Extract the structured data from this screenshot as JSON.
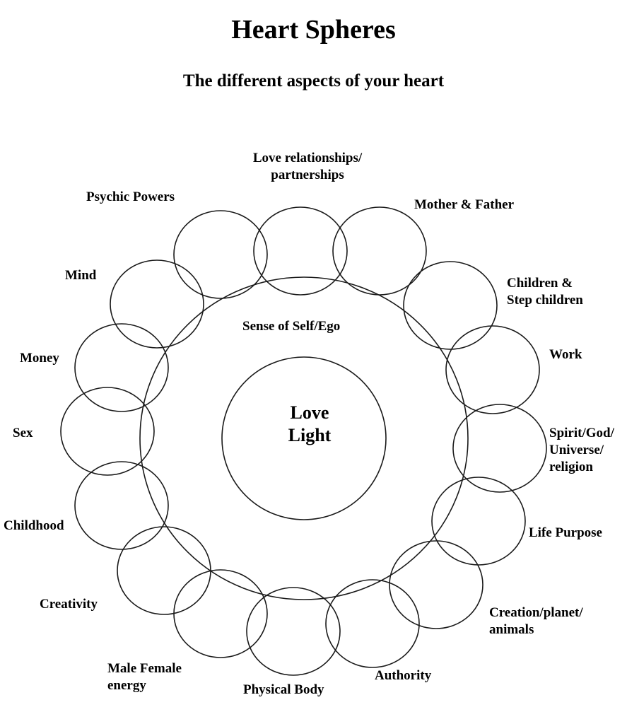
{
  "title": "Heart Spheres",
  "subtitle": "The different aspects of your heart",
  "diagram": {
    "center": "Love\nLight",
    "ring": "Sense of Self/Ego",
    "stroke_color": "#1a1a1a",
    "spheres": [
      {
        "id": "love-relationships",
        "label": "Love relationships/\npartnerships"
      },
      {
        "id": "mother-father",
        "label": "Mother & Father"
      },
      {
        "id": "children",
        "label": "Children &\nStep children"
      },
      {
        "id": "work",
        "label": "Work"
      },
      {
        "id": "spirit",
        "label": "Spirit/God/\nUniverse/\nreligion"
      },
      {
        "id": "life-purpose",
        "label": "Life Purpose"
      },
      {
        "id": "creation",
        "label": "Creation/planet/\nanimals"
      },
      {
        "id": "authority",
        "label": "Authority"
      },
      {
        "id": "physical-body",
        "label": "Physical Body"
      },
      {
        "id": "male-female",
        "label": "Male Female\nenergy"
      },
      {
        "id": "creativity",
        "label": "Creativity"
      },
      {
        "id": "childhood",
        "label": "Childhood"
      },
      {
        "id": "sex",
        "label": "Sex"
      },
      {
        "id": "money",
        "label": "Money"
      },
      {
        "id": "mind",
        "label": "Mind"
      },
      {
        "id": "psychic-powers",
        "label": "Psychic Powers"
      }
    ]
  }
}
